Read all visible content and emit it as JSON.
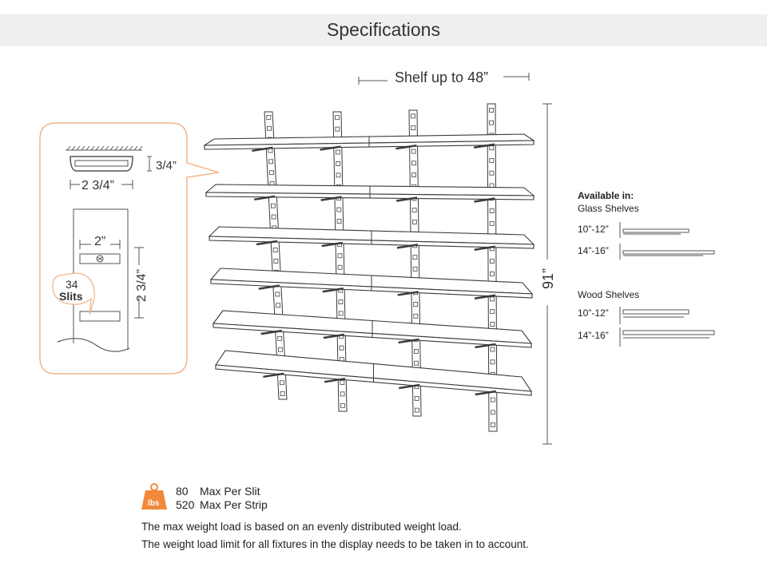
{
  "header": {
    "title": "Specifications"
  },
  "dimensions": {
    "shelf_width": "Shelf up to 48”",
    "height": "91”",
    "detail_depth": "3/4”",
    "detail_width": "2 3/4”",
    "slit_spacing": "2”",
    "strip_width": "2 3/4”",
    "slit_count": "34",
    "slit_label": "Slits"
  },
  "availability": {
    "heading": "Available in:",
    "glass": {
      "label": "Glass Shelves",
      "sizes": [
        "10”-12”",
        "14”-16”"
      ]
    },
    "wood": {
      "label": "Wood Shelves",
      "sizes": [
        "10”-12”",
        "14”-16”"
      ]
    }
  },
  "weight": {
    "icon": "weight-icon",
    "icon_label": "lbs",
    "per_slit_value": "80",
    "per_slit_label": "Max Per Slit",
    "per_strip_value": "520",
    "per_strip_label": "Max Per Strip",
    "note1": "The max weight load is based on an evenly distributed weight load.",
    "note2": "The weight load limit for all fixtures in the display needs to be taken in to account."
  },
  "colors": {
    "accent": "#f08a3a",
    "line": "#3a3a3a",
    "header_bg": "#efefef"
  }
}
